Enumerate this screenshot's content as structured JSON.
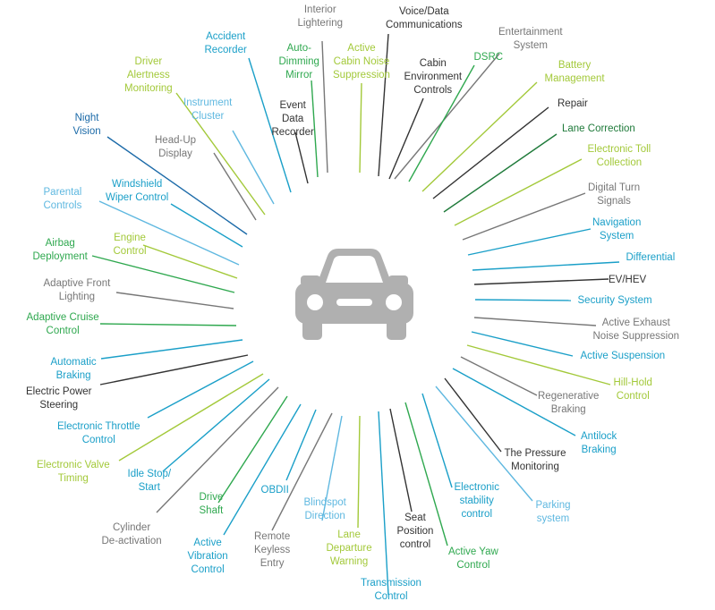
{
  "colors": {
    "blue": "#1a9fc8",
    "navy": "#1b6aa8",
    "lightblue": "#5fb8e0",
    "green": "#2fa84f",
    "dkgreen": "#1f7a3a",
    "lime": "#a3c93a",
    "gray": "#777777",
    "dark": "#333333",
    "car": "#b0b0b0"
  },
  "center_icon": "car-icon",
  "items": [
    {
      "label": "Interior\nLightering",
      "color": "gray"
    },
    {
      "label": "Voice/Data\nCommunications",
      "color": "dark"
    },
    {
      "label": "Entertainment\nSystem",
      "color": "gray"
    },
    {
      "label": "DSRC",
      "color": "green"
    },
    {
      "label": "Cabin\nEnvironment\nControls",
      "color": "dark"
    },
    {
      "label": "Battery\nManagement",
      "color": "lime"
    },
    {
      "label": "Repair",
      "color": "dark"
    },
    {
      "label": "Lane Correction",
      "color": "dkgreen"
    },
    {
      "label": "Electronic Toll\nCollection",
      "color": "lime"
    },
    {
      "label": "Digital Turn\nSignals",
      "color": "gray"
    },
    {
      "label": "Navigation\nSystem",
      "color": "blue"
    },
    {
      "label": "Differential",
      "color": "blue"
    },
    {
      "label": "EV/HEV",
      "color": "dark"
    },
    {
      "label": "Security System",
      "color": "blue"
    },
    {
      "label": "Active Exhaust\nNoise Suppression",
      "color": "gray"
    },
    {
      "label": "Active Suspension",
      "color": "blue"
    },
    {
      "label": "Hill-Hold\nControl",
      "color": "lime"
    },
    {
      "label": "Regenerative\nBraking",
      "color": "gray"
    },
    {
      "label": "Antilock\nBraking",
      "color": "blue"
    },
    {
      "label": "The Pressure\nMonitoring",
      "color": "dark"
    },
    {
      "label": "Parking\nsystem",
      "color": "lightblue"
    },
    {
      "label": "Electronic\nstability\ncontrol",
      "color": "blue"
    },
    {
      "label": "Active Yaw\nControl",
      "color": "green"
    },
    {
      "label": "Seat\nPosition\ncontrol",
      "color": "dark"
    },
    {
      "label": "Transmission\nControl",
      "color": "blue"
    },
    {
      "label": "Lane\nDeparture\nWarning",
      "color": "lime"
    },
    {
      "label": "Blindspot\nDirection",
      "color": "lightblue"
    },
    {
      "label": "Remote\nKeyless\nEntry",
      "color": "gray"
    },
    {
      "label": "OBDII",
      "color": "blue"
    },
    {
      "label": "Active\nVibration\nControl",
      "color": "blue"
    },
    {
      "label": "Drive\nShaft",
      "color": "green"
    },
    {
      "label": "Cylinder\nDe-activation",
      "color": "gray"
    },
    {
      "label": "Idle Stop/\nStart",
      "color": "blue"
    },
    {
      "label": "Electronic Valve\nTiming",
      "color": "lime"
    },
    {
      "label": "Electronic Throttle\nControl",
      "color": "blue"
    },
    {
      "label": "Electric Power\nSteering",
      "color": "dark"
    },
    {
      "label": "Automatic\nBraking",
      "color": "blue"
    },
    {
      "label": "Adaptive Cruise\nControl",
      "color": "green"
    },
    {
      "label": "Adaptive Front\nLighting",
      "color": "gray"
    },
    {
      "label": "Airbag\nDeployment",
      "color": "green"
    },
    {
      "label": "Engine\nControl",
      "color": "lime"
    },
    {
      "label": "Parental\nControls",
      "color": "lightblue"
    },
    {
      "label": "Windshield\nWiper Control",
      "color": "blue"
    },
    {
      "label": "Night\nVision",
      "color": "navy"
    },
    {
      "label": "Head-Up\nDisplay",
      "color": "gray"
    },
    {
      "label": "Instrument\nCluster",
      "color": "lightblue"
    },
    {
      "label": "Driver\nAlertness\nMonitoring",
      "color": "lime"
    },
    {
      "label": "Event\nData\nRecorder",
      "color": "dark"
    },
    {
      "label": "Auto-\nDimming\nMirror",
      "color": "green"
    },
    {
      "label": "Active\nCabin Noise\nSuppression",
      "color": "lime"
    },
    {
      "label": "Accident\nRecorder",
      "color": "blue"
    }
  ]
}
